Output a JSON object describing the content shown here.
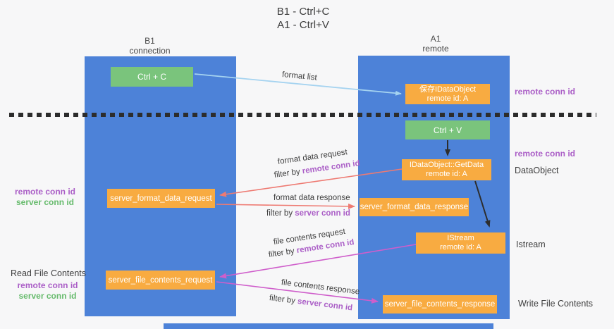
{
  "title": {
    "line1": "B1 - Ctrl+C",
    "line2": "A1 - Ctrl+V"
  },
  "columns": {
    "left": {
      "header1": "B1",
      "header2": "connection"
    },
    "right": {
      "header1": "A1",
      "header2": "remote"
    }
  },
  "boxes": {
    "ctrl_c": "Ctrl + C",
    "ctrl_v": "Ctrl + V",
    "save_obj": {
      "line1": "保存IDataObject",
      "line2": "remote id: A"
    },
    "getdata": {
      "line1": "IDataObject::GetData",
      "line2": "remote id: A"
    },
    "istream": {
      "line1": "IStream",
      "line2": "remote id: A"
    },
    "format_request": "server_format_data_request",
    "format_response": "server_format_data_response",
    "file_request": "server_file_contents_request",
    "file_response": "server_file_contents_response"
  },
  "arrow_labels": {
    "format_list": "format list",
    "format_data_request": "format data request",
    "format_data_request_filter_prefix": "filter by ",
    "format_data_request_filter_key": "remote conn id",
    "format_data_response": "format data response",
    "format_data_response_filter_prefix": "filter by ",
    "format_data_response_filter_key": "server conn id",
    "file_contents_request": "file contents request",
    "file_contents_request_filter_prefix": "filter by ",
    "file_contents_request_filter_key": "remote conn id",
    "file_contents_response": "file contents response",
    "file_contents_response_filter_prefix": "filter by ",
    "file_contents_response_filter_key": "server conn id"
  },
  "side_labels": {
    "top_right_remote_conn": "remote conn id",
    "mid_right_remote_conn": "remote conn id",
    "dataobject": "DataObject",
    "istream": "Istream",
    "write_file_contents": "Write File Contents",
    "left_remote_conn": "remote conn id",
    "left_server_conn": "server conn id",
    "read_file_contents": "Read File Contents",
    "bottom_left_remote_conn": "remote conn id",
    "bottom_left_server_conn": "server conn id"
  },
  "colors": {
    "column_blue": "#4d82d8",
    "box_orange": "#f8ab41",
    "box_green": "#7ac47c",
    "arrow_red": "#ee7a72",
    "arrow_magenta": "#cf5ecb",
    "arrow_light_blue": "#a5d3f0",
    "arrow_black": "#2d2d2d",
    "label_purple": "#ab5fc7",
    "label_green": "#67bb6d",
    "text_dark": "#3e3e3e"
  }
}
